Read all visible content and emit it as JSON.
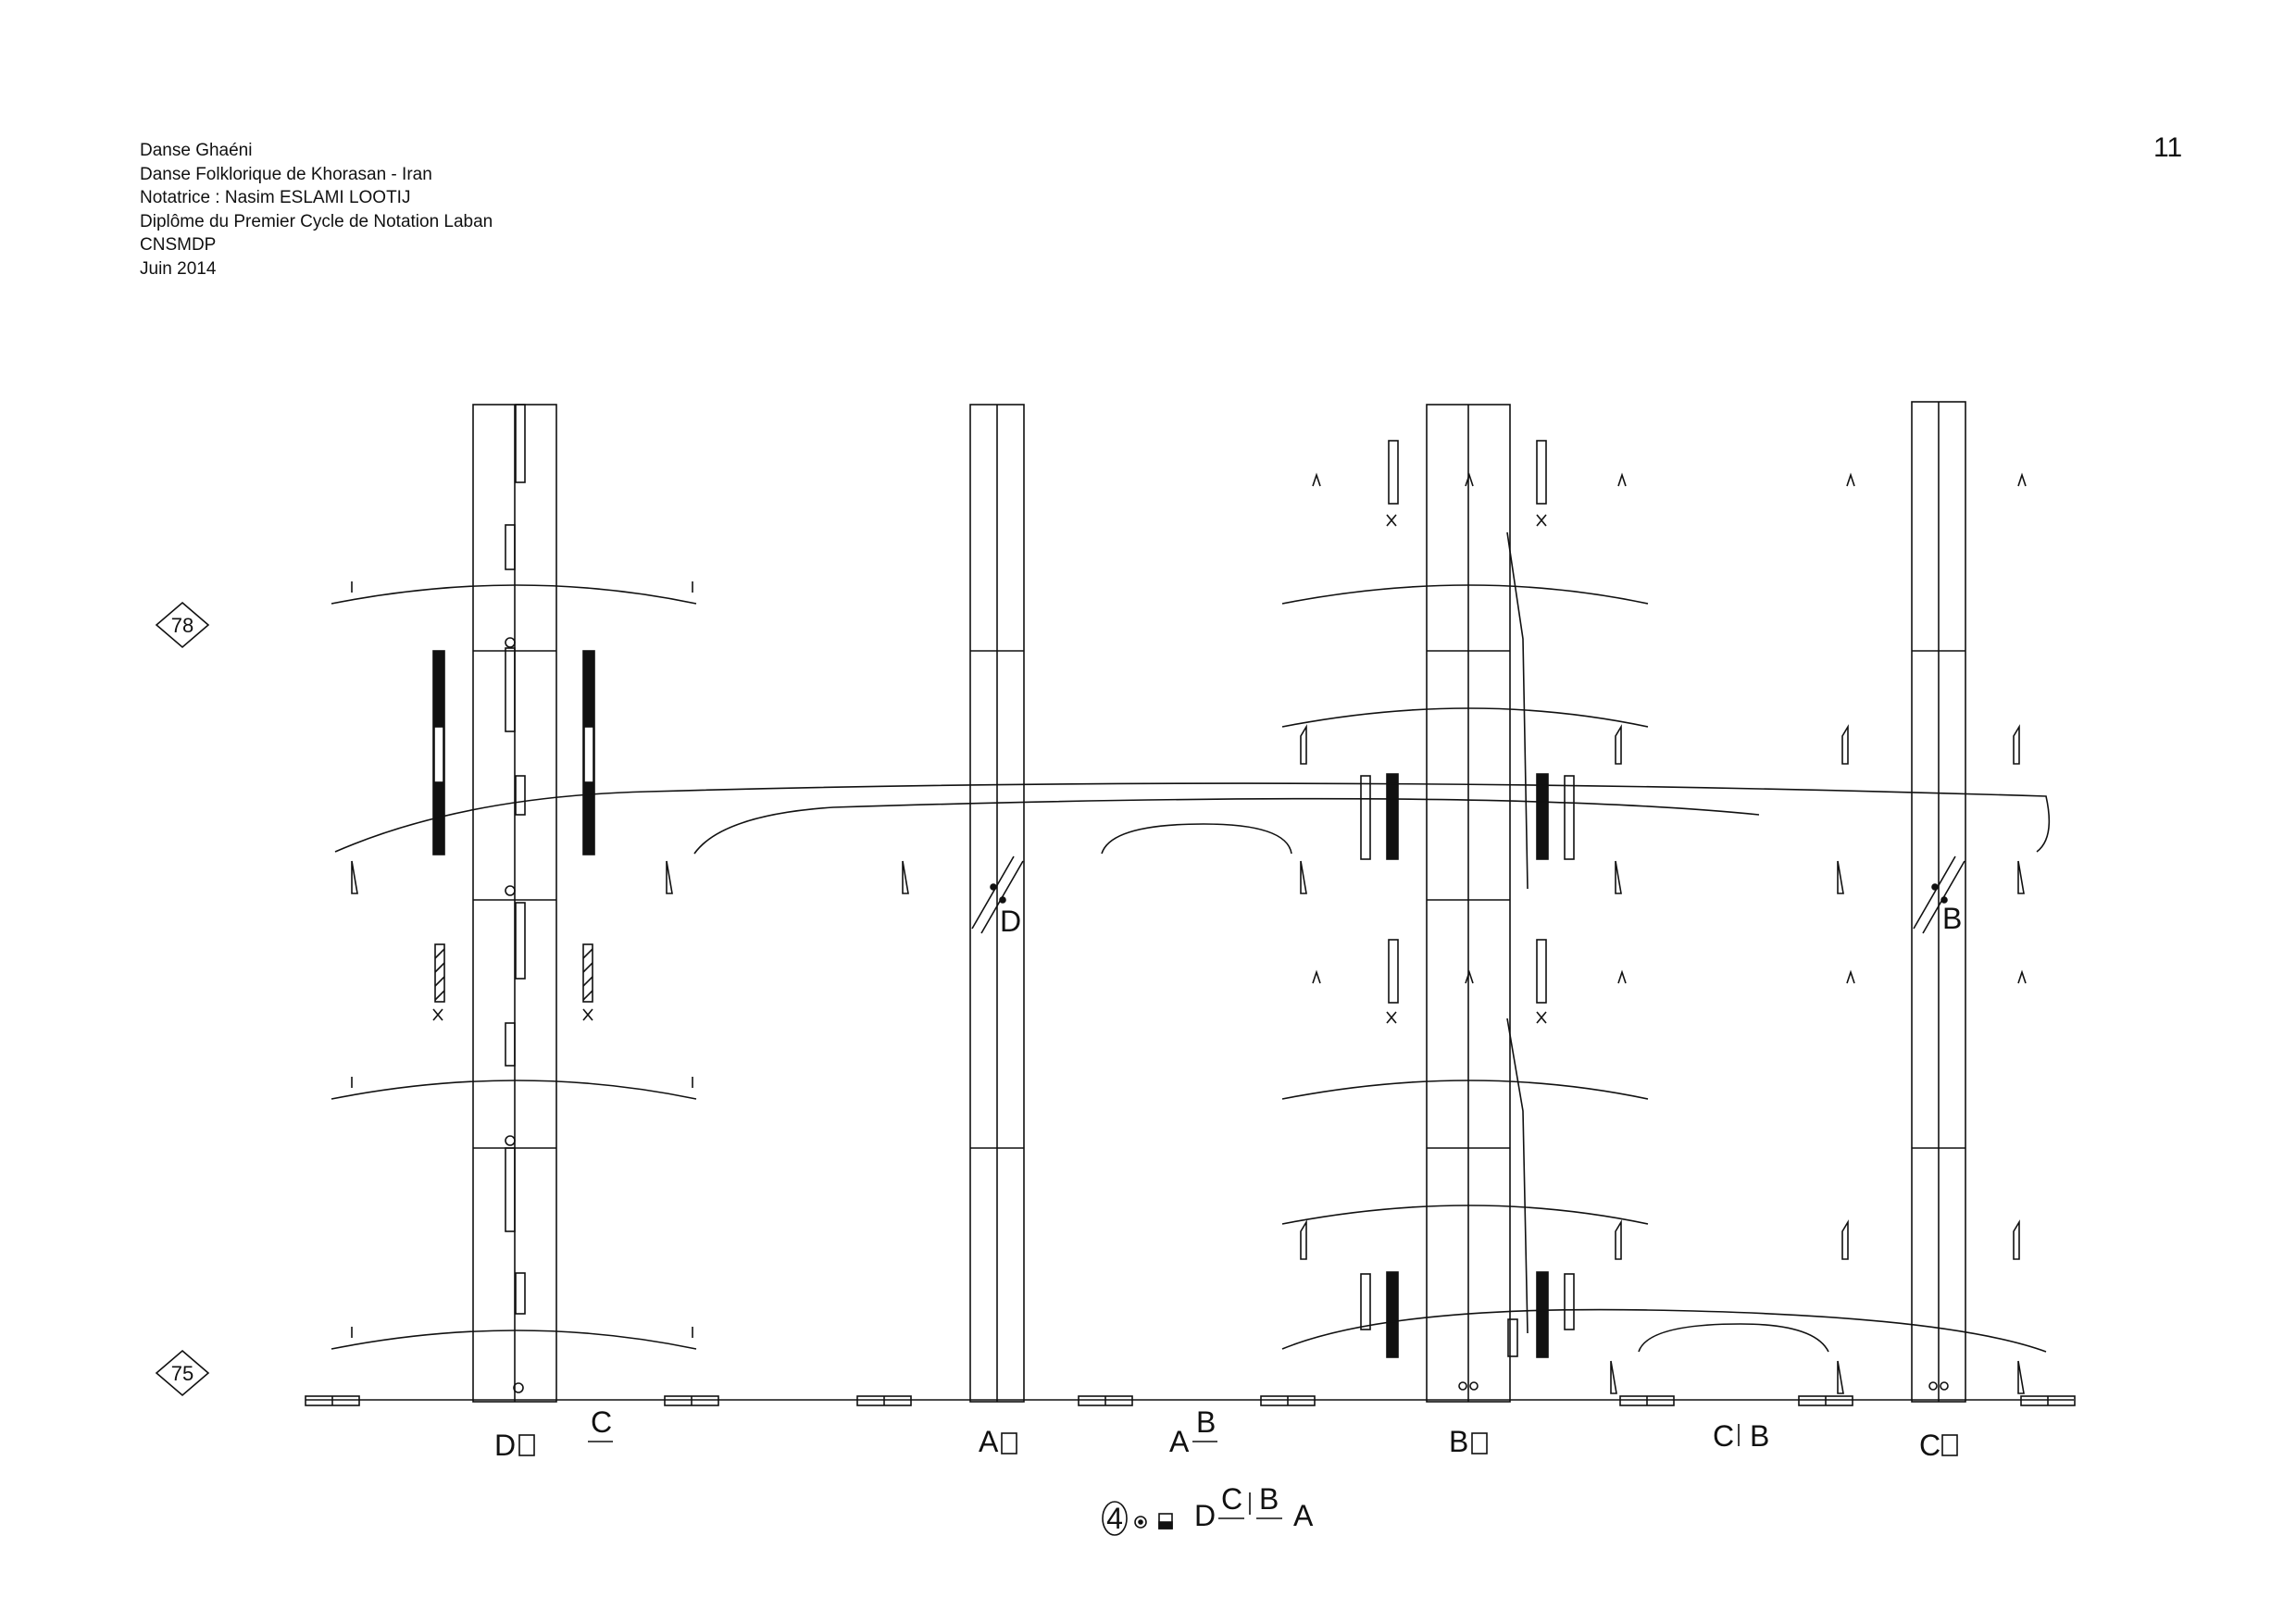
{
  "header": {
    "lines": [
      "Danse Ghaéni",
      "Danse Folklorique de Khorasan - Iran",
      "Notatrice : Nasim ESLAMI LOOTIJ",
      "Diplôme du Premier Cycle de Notation Laban",
      "CNSMDP",
      "Juin 2014"
    ]
  },
  "page_number": "11",
  "measure_numbers": {
    "upper": "78",
    "lower": "75"
  },
  "staff_labels": {
    "staff1_letter": "D",
    "staff1_above": "C",
    "staff2_letter": "A",
    "between_A": "A",
    "between_B": "B",
    "staff3_letter": "B",
    "between_C": "C",
    "between_B2": "B",
    "staff4_letter": "C",
    "staff2_facing": "D",
    "staff4_facing": "B"
  },
  "footer_formation": {
    "count": "4",
    "letters": [
      "D",
      "C",
      "B",
      "A"
    ]
  },
  "colors": {
    "ink": "#111111",
    "background": "#ffffff"
  }
}
